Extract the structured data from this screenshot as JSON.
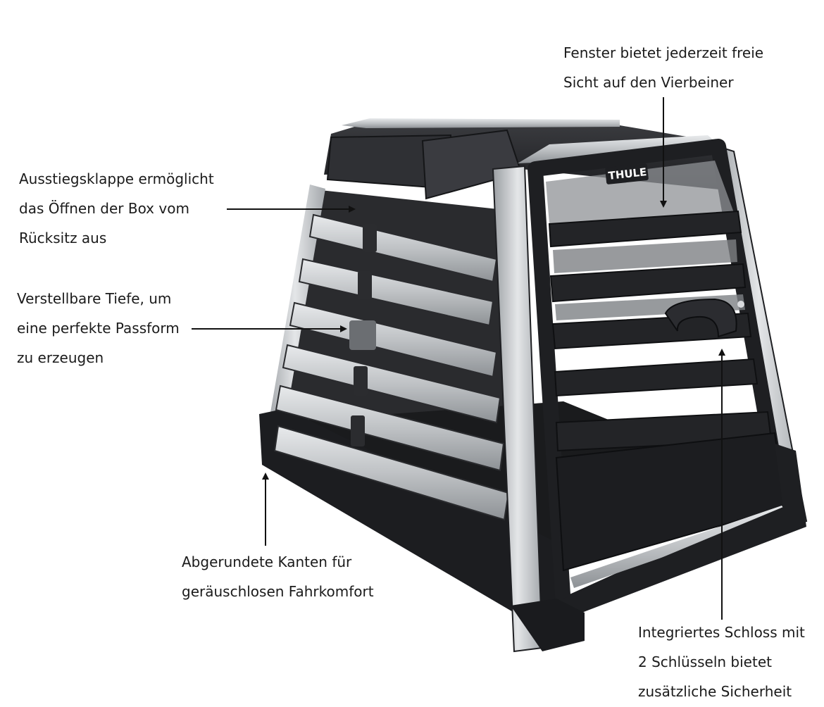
{
  "brand": {
    "logo_text": "THULE"
  },
  "annotations": [
    {
      "id": "window",
      "lines": [
        "Fenster bietet jederzeit freie",
        "Sicht auf den Vierbeiner"
      ]
    },
    {
      "id": "escape-hatch",
      "lines": [
        "Ausstiegsklappe ermöglicht",
        "das Öffnen der Box vom",
        "Rücksitz aus"
      ]
    },
    {
      "id": "adjustable-depth",
      "lines": [
        "Verstellbare Tiefe, um",
        "eine perfekte Passform",
        "zu erzeugen"
      ]
    },
    {
      "id": "rounded-edges",
      "lines": [
        "Abgerundete Kanten für",
        "geräuschlosen Fahrkomfort"
      ]
    },
    {
      "id": "lock",
      "lines": [
        "Integriertes Schloss mit",
        "2 Schlüsseln bietet",
        "zusätzliche Sicherheit"
      ]
    }
  ],
  "colors": {
    "frame": "#1e1f22",
    "aluminum": "#b9bcbf",
    "text": "#1b1b1b"
  }
}
